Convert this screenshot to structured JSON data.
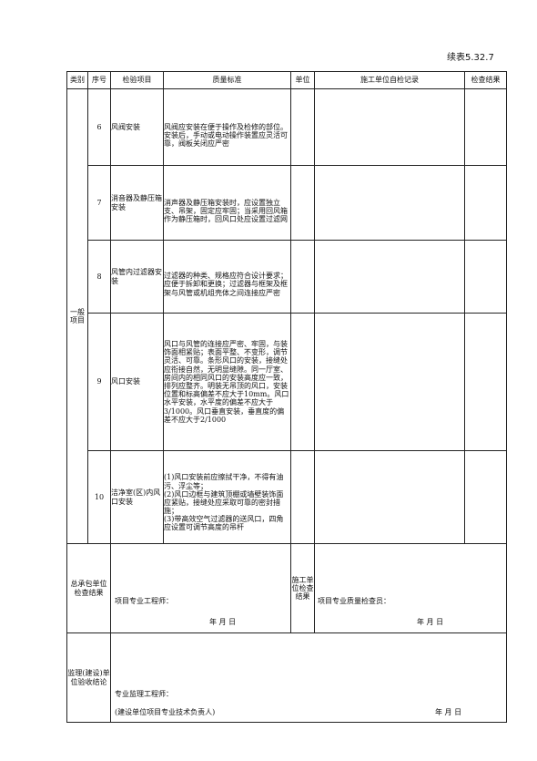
{
  "page_number": "续表5.32.7",
  "table": {
    "headers": {
      "category": "类别",
      "seq": "序号",
      "item": "检验项目",
      "standard": "质量标准",
      "unit": "单位",
      "self_check": "施工单位自检记录",
      "result": "检查结果"
    },
    "category_general": "一般项目",
    "rows": [
      {
        "seq": "6",
        "item": "风阀安装",
        "standard": "风阀应安装在便于操作及检修的部位。安装后，手动或电动操作装置应灵活可靠，阀板关闭应严密"
      },
      {
        "seq": "7",
        "item": "消音器及静压箱安装",
        "standard": "消声器及静压箱安装时，应设置独立支、吊架，固定应牢固；当采用回风箱作为静压箱时，回风口处应设置过滤网"
      },
      {
        "seq": "8",
        "item": "风管内过滤器安装",
        "standard": "过滤器的种类、规格应符合设计要求；应便于拆卸和更换；过滤器与框架及框架与风管或机组壳体之间连接应严密"
      },
      {
        "seq": "9",
        "item": "风口安装",
        "standard": "风口与风管的连接应严密、牢固，与装饰面相紧贴；表面平整、不变形，调节灵活、可靠。条形风口的安装，接缝处应衔接自然，无明显缝隙。同一厅室、房间内的相同风口的安装高度应一致，排列应整齐。明装无吊顶的风口，安装位置和标高偏差不应大于10mm。风口水平安装，水平度的偏差不应大于3/1000。风口垂直安装，垂直度的偏差不应大于2/1000"
      },
      {
        "seq": "10",
        "item": "洁净室(区)内风口安装",
        "standard": "(1)风口安装前应擦拭干净，不得有油污、浮尘等；\n(2)风口边框与建筑顶棚或墙壁装饰面应紧贴，接缝处应采取可靠的密封措施；\n(3)带高效空气过滤器的送风口，四角应设置可调节高度的吊杆"
      }
    ]
  },
  "signatures": {
    "contractor_label": "总承包单位检查结果",
    "contractor_engineer": "项目专业工程师：",
    "date": "年  月  日",
    "construction_label": "施工单位检查结果",
    "construction_inspector": "项目专业质量检查员：",
    "supervision_label": "监理(建设)单位验收结论",
    "supervision_engineer": "专业监理工程师：",
    "supervision_owner": "(建设单位项目专业技术负责人)"
  }
}
